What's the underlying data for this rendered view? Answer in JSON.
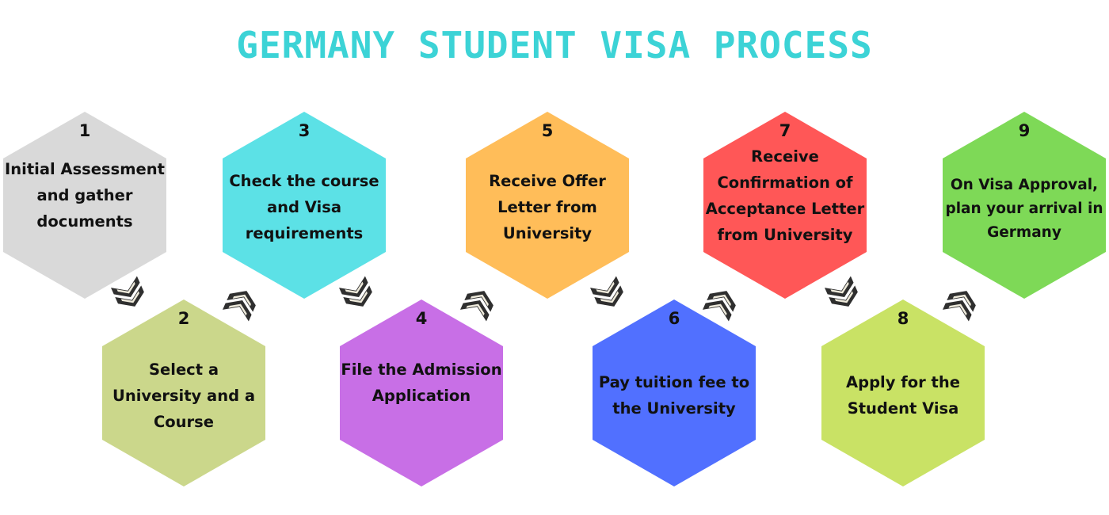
{
  "title": "GERMANY STUDENT VISA PROCESS",
  "colors": {
    "title": "#3cd3d6",
    "chevron_dark": "#2f2f2f",
    "chevron_light": "#eeeadb"
  },
  "steps": [
    {
      "num": "1",
      "text": "Initial Assessment and gather documents",
      "color": "#d9d9d9"
    },
    {
      "num": "2",
      "text": "Select a University and a Course",
      "color": "#cbd78b"
    },
    {
      "num": "3",
      "text": "Check the course and Visa requirements",
      "color": "#5ce1e6"
    },
    {
      "num": "4",
      "text": "File the Admission Application",
      "color": "#c86fe6"
    },
    {
      "num": "5",
      "text": "Receive Offer Letter from University",
      "color": "#ffbd59"
    },
    {
      "num": "6",
      "text": "Pay tuition fee to the University",
      "color": "#5170ff"
    },
    {
      "num": "7",
      "text": "Receive Confirmation of Acceptance Letter from University",
      "color": "#ff5757"
    },
    {
      "num": "8",
      "text": "Apply for the Student Visa",
      "color": "#c9e265"
    },
    {
      "num": "9",
      "text": "On Visa Approval, plan your arrival in Germany",
      "color": "#7ed957"
    }
  ],
  "connectors": [
    {
      "from": "1",
      "to": "2",
      "direction": "down"
    },
    {
      "from": "2",
      "to": "3",
      "direction": "up"
    },
    {
      "from": "3",
      "to": "4",
      "direction": "down"
    },
    {
      "from": "4",
      "to": "5",
      "direction": "up"
    },
    {
      "from": "5",
      "to": "6",
      "direction": "down"
    },
    {
      "from": "6",
      "to": "7",
      "direction": "up"
    },
    {
      "from": "7",
      "to": "8",
      "direction": "down"
    },
    {
      "from": "8",
      "to": "9",
      "direction": "up"
    }
  ]
}
